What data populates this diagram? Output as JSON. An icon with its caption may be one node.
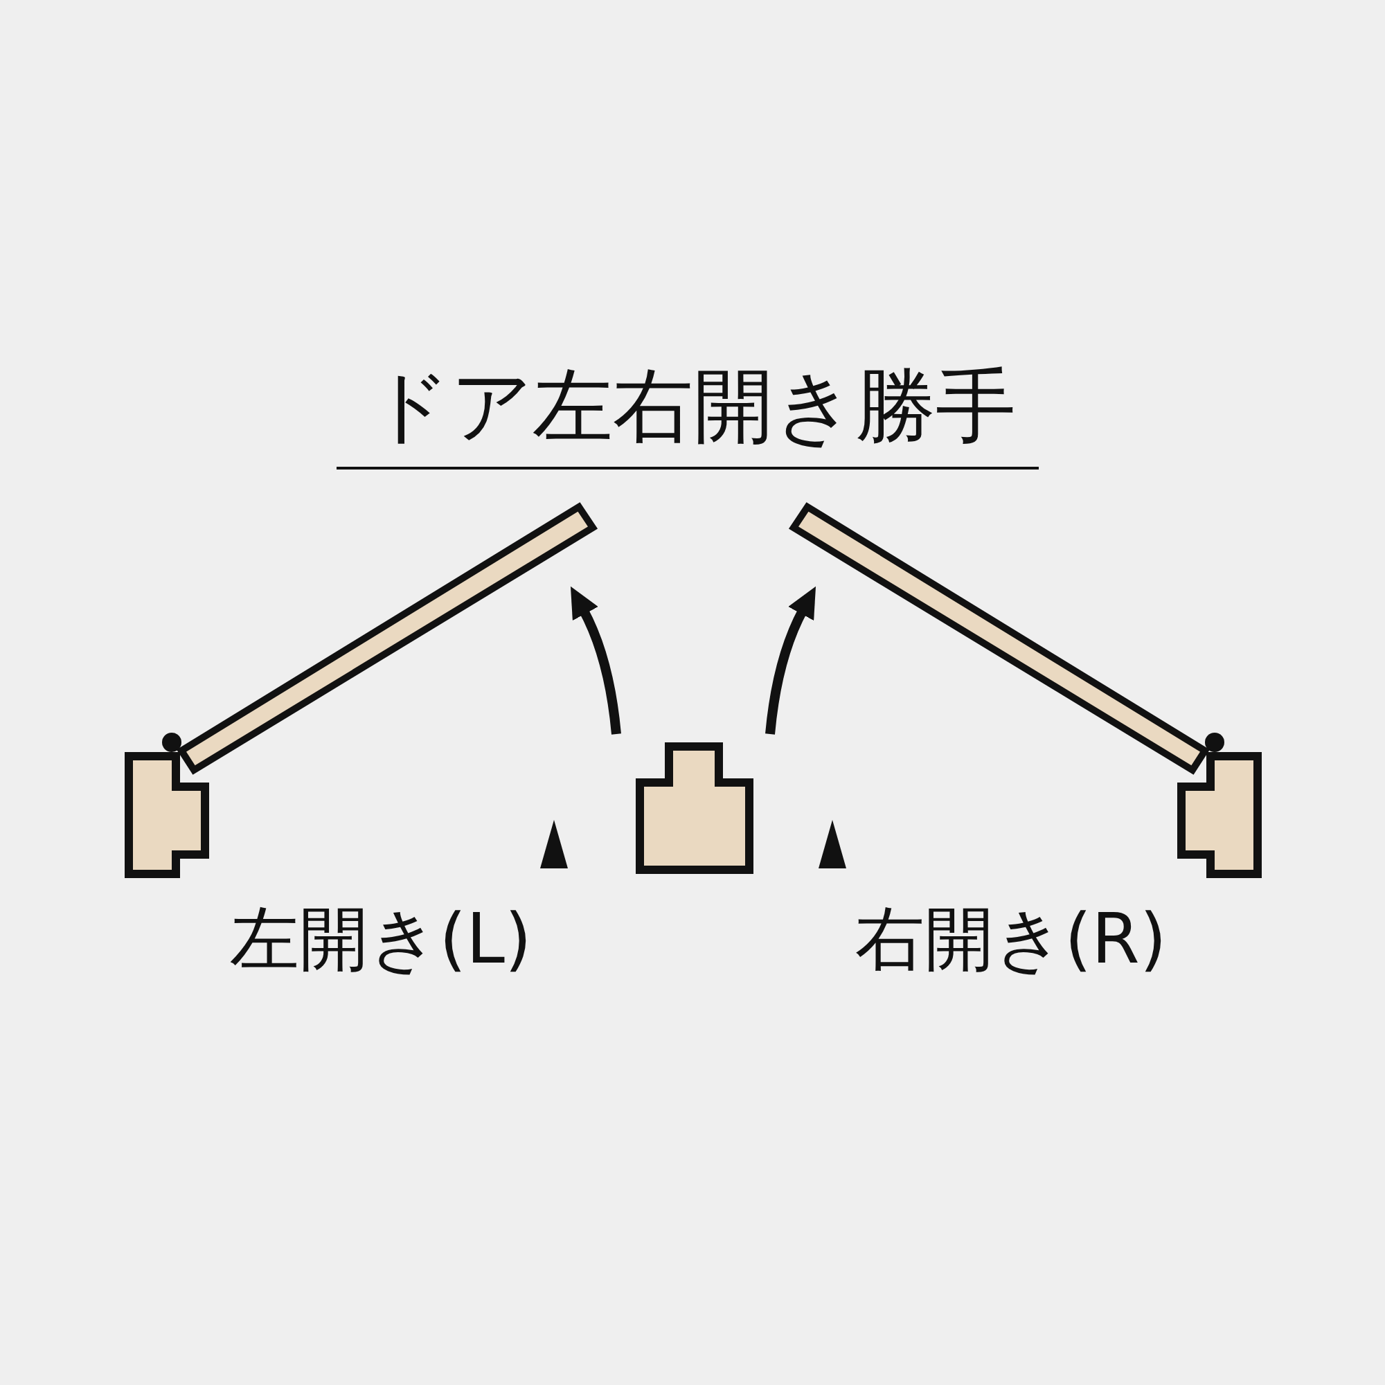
{
  "diagram": {
    "title": "ドア左右開き勝手",
    "labels": [
      "左開き(L)",
      "右開き(R)"
    ]
  }
}
